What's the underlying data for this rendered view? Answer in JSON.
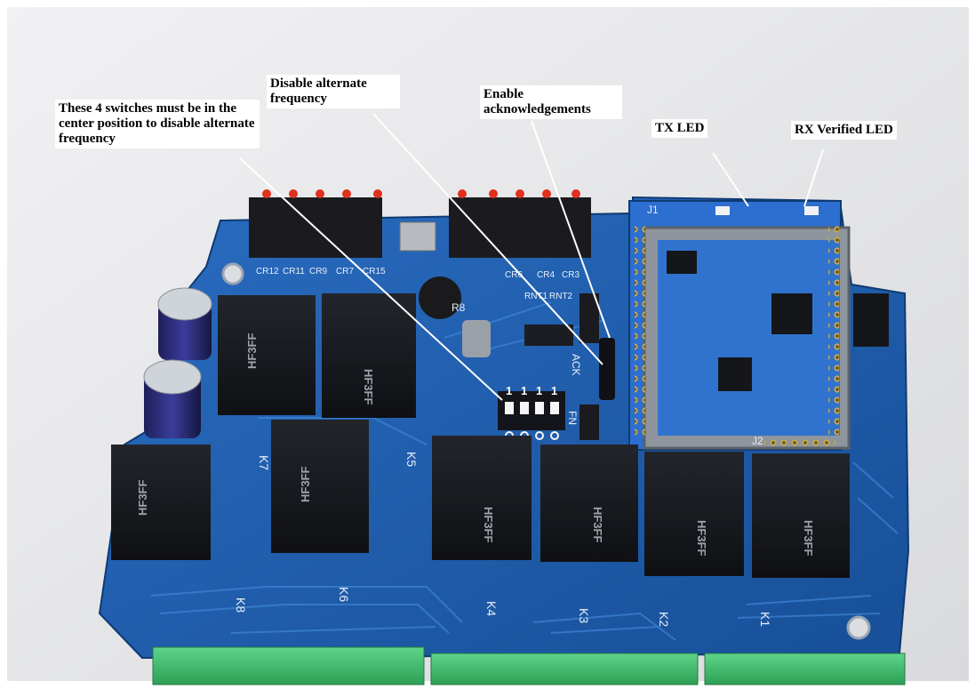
{
  "annotations": {
    "switches_note": "These 4 switches must be in the center position to disable alternate frequency",
    "disable_alt_freq": "Disable alternate frequency",
    "enable_ack": "Enable acknowledgements",
    "tx_led": "TX LED",
    "rx_verified_led": "RX Verified LED"
  },
  "board": {
    "relays": [
      {
        "label": "K8"
      },
      {
        "label": "K7"
      },
      {
        "label": "K6"
      },
      {
        "label": "K5"
      },
      {
        "label": "K4"
      },
      {
        "label": "K3"
      },
      {
        "label": "K2"
      },
      {
        "label": "K1"
      }
    ],
    "relay_brand": "HF3FF",
    "silkscreen": {
      "ack": "ACK",
      "fn": "FN",
      "dip_numbers": [
        "1",
        "1",
        "1",
        "1"
      ],
      "r8": "R8",
      "j2": "J2",
      "j1": "J1",
      "cr_labels": [
        "CR12",
        "CR11",
        "CR9",
        "CR7",
        "CR15",
        "CR6",
        "CR4",
        "CR3"
      ],
      "rnt_labels": [
        "RNT1",
        "RNT2"
      ]
    },
    "colors": {
      "pcb_blue": "#1c5fb0",
      "pcb_dark": "#123f80",
      "relay_black": "#16181c",
      "terminal_green": "#3fbf6a",
      "led_red": "#e0301e",
      "module_blue": "#2c6fd0"
    }
  }
}
